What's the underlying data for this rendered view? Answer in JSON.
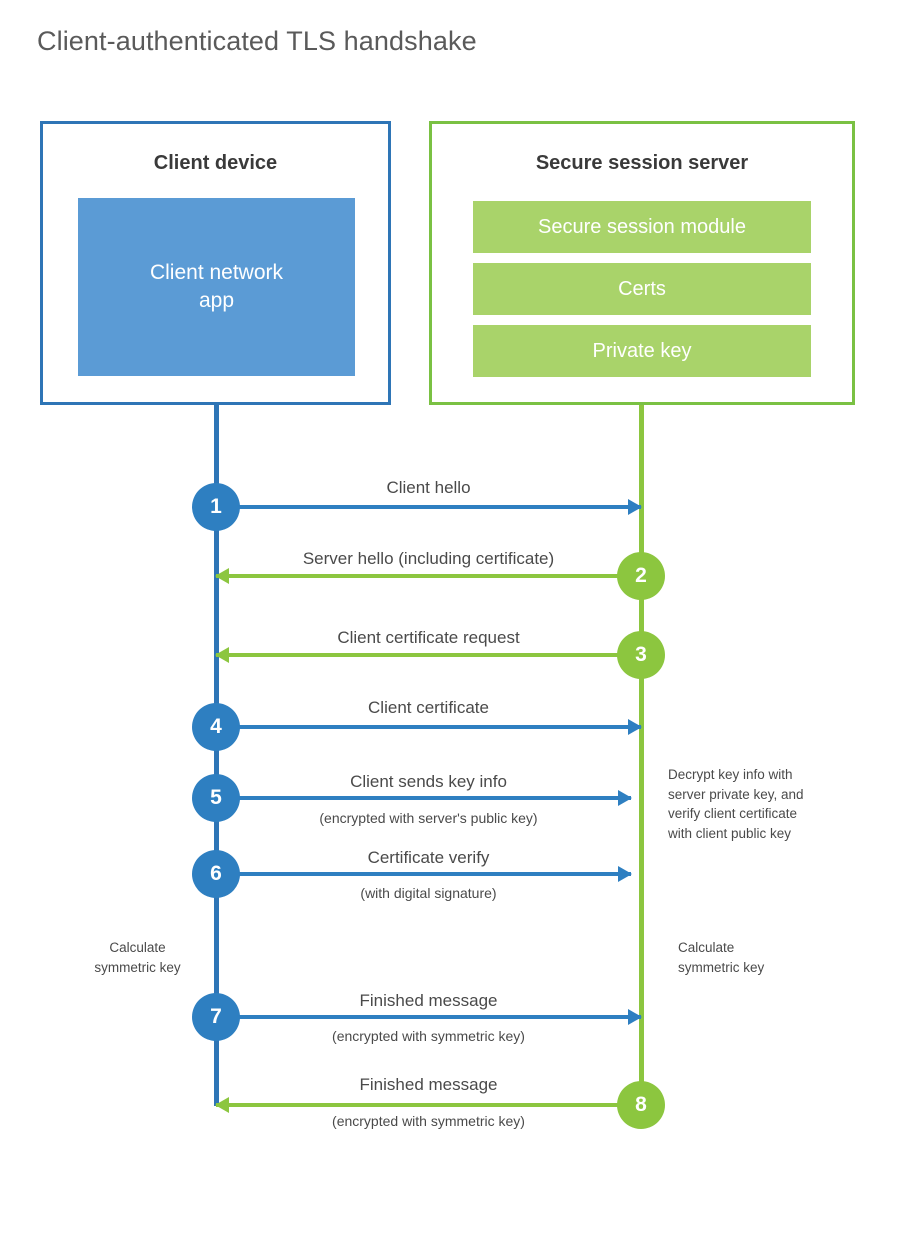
{
  "title": "Client-authenticated TLS handshake",
  "colors": {
    "client_border": "#2e75b6",
    "client_fill": "#5b9bd5",
    "client_accent": "#2e7fc1",
    "server_border": "#7ac143",
    "server_fill": "#a9d36a",
    "server_accent": "#8cc63f",
    "text": "#4a4a4a",
    "title_text": "#5a5a5a",
    "background": "#ffffff"
  },
  "actors": {
    "client": {
      "title": "Client device",
      "app_label": "Client network\napp"
    },
    "server": {
      "title": "Secure session server",
      "modules": [
        {
          "label": "Secure session module"
        },
        {
          "label": "Certs"
        },
        {
          "label": "Private key"
        }
      ]
    }
  },
  "steps": [
    {
      "number": "1",
      "label": "Client hello",
      "sublabel": "",
      "direction": "client-to-server"
    },
    {
      "number": "2",
      "label": "Server hello (including certificate)",
      "sublabel": "",
      "direction": "server-to-client"
    },
    {
      "number": "3",
      "label": "Client certificate request",
      "sublabel": "",
      "direction": "server-to-client"
    },
    {
      "number": "4",
      "label": "Client certificate",
      "sublabel": "",
      "direction": "client-to-server"
    },
    {
      "number": "5",
      "label": "Client sends key info",
      "sublabel": "(encrypted with server's public key)",
      "direction": "client-to-server"
    },
    {
      "number": "6",
      "label": "Certificate verify",
      "sublabel": "(with digital signature)",
      "direction": "client-to-server"
    },
    {
      "number": "7",
      "label": "Finished message",
      "sublabel": "(encrypted with symmetric key)",
      "direction": "client-to-server"
    },
    {
      "number": "8",
      "label": "Finished message",
      "sublabel": "(encrypted with symmetric key)",
      "direction": "server-to-client"
    }
  ],
  "notes": {
    "server_decrypt": "Decrypt key info with\nserver private key, and\nverify client certificate\nwith client public key",
    "client_calculate": "Calculate\nsymmetric key",
    "server_calculate": "Calculate\nsymmetric key"
  }
}
